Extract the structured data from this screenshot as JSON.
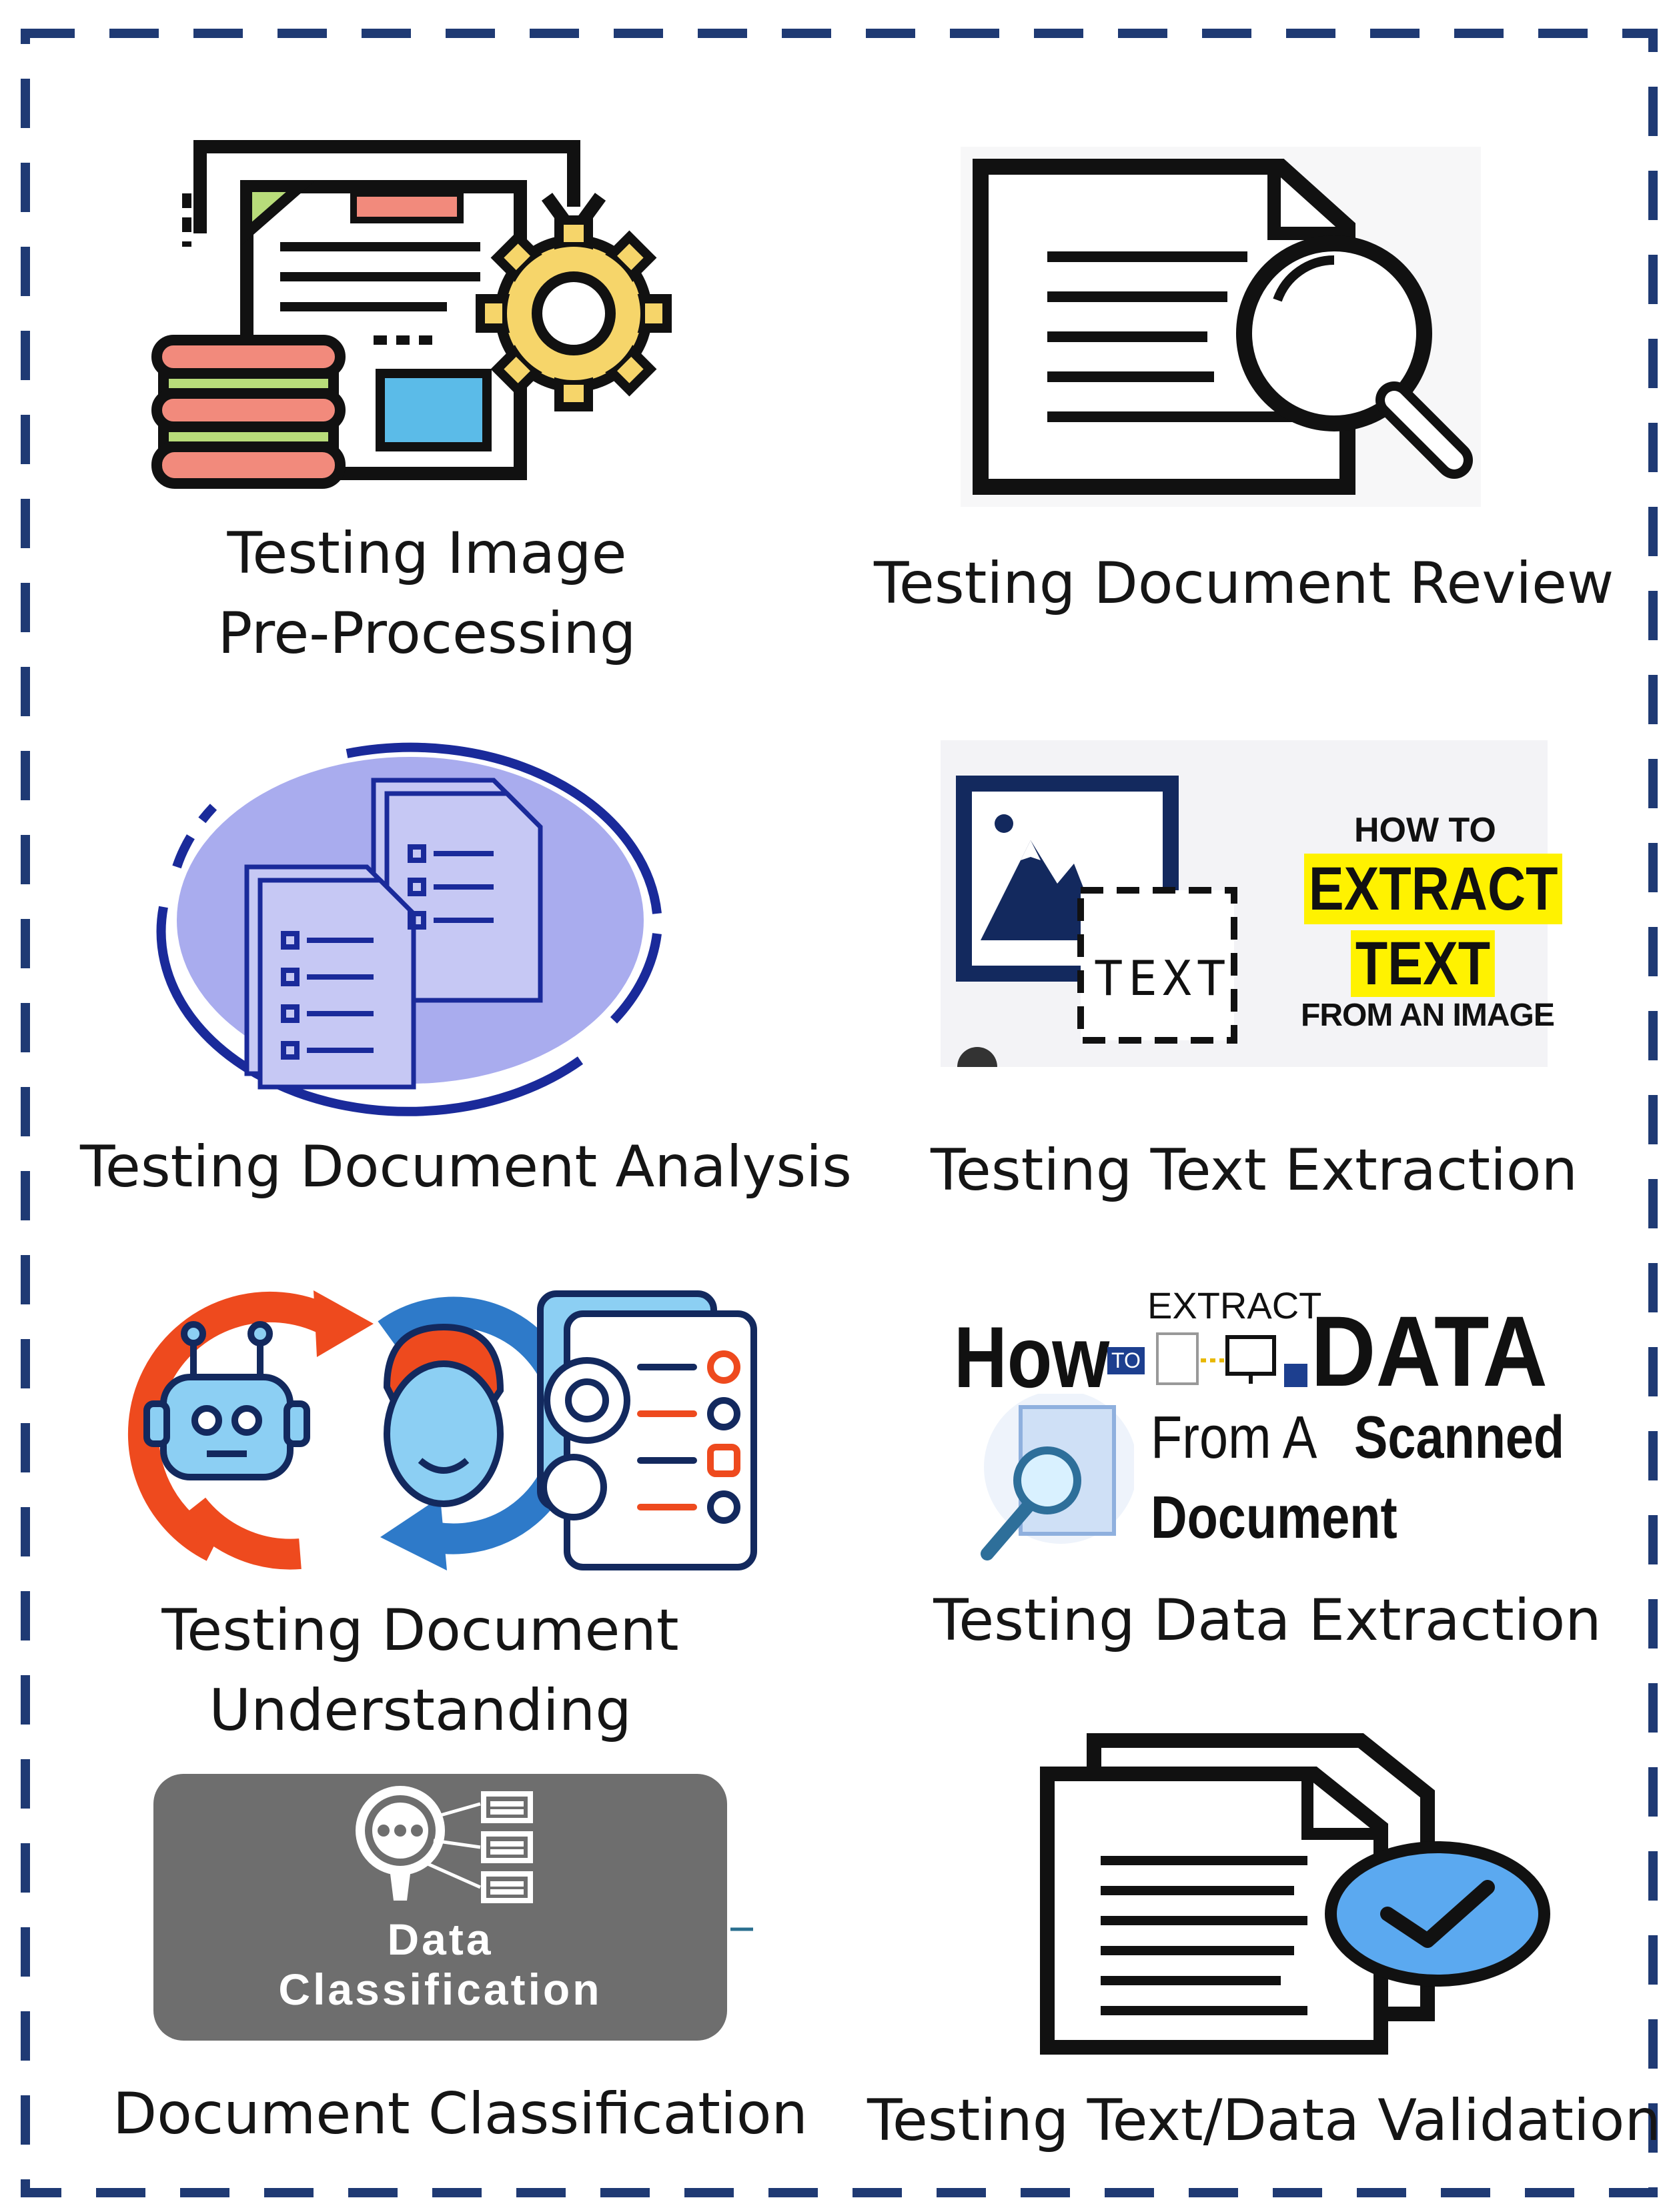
{
  "colors": {
    "border": "#1f3a74",
    "ink": "#151515",
    "navy": "#0e2a5c",
    "lavender": "#a9acee",
    "orange": "#ee4a1e",
    "blue": "#2e7ac9",
    "skyblue": "#8ccff3",
    "salmon": "#f28a7c",
    "green": "#b8dc7a",
    "yellow": "#f6d56a",
    "highlight": "#fff200",
    "gray_panel": "#6e6e6e"
  },
  "items": [
    {
      "caption_lines": [
        "Testing Image",
        "Pre-Processing"
      ],
      "icon": "document-gear-database-icon"
    },
    {
      "caption_lines": [
        "Testing Document Review"
      ],
      "icon": "document-magnifier-icon"
    },
    {
      "caption_lines": [
        "Testing Document Analysis"
      ],
      "icon": "stacked-documents-circle-icon"
    },
    {
      "caption_lines": [
        "Testing Text Extraction"
      ],
      "icon": "image-to-text-icon"
    },
    {
      "caption_lines": [
        "Testing Document",
        "Understanding"
      ],
      "icon": "robot-human-cycle-icon"
    },
    {
      "caption_lines": [
        "Testing Data Extraction"
      ],
      "icon": "scanned-document-data-icon"
    },
    {
      "caption_lines": [
        "Document Classification"
      ],
      "icon": "data-classification-icon"
    },
    {
      "caption_lines": [
        "Testing Text/Data Validation"
      ],
      "icon": "document-checkmark-icon"
    }
  ],
  "thumbnails": {
    "text_extraction": {
      "how_to": "HOW TO",
      "extract": "EXTRACT",
      "text": "TEXT",
      "from_image": "FROM AN IMAGE",
      "box_text": "TEXT"
    },
    "data_extraction": {
      "how": "How",
      "to": "TO",
      "extract": "EXTRACT",
      "data": "DATA",
      "from_a": "From A",
      "scanned": "Scanned",
      "document": "Document"
    },
    "classification": {
      "line1": "Data",
      "line2": "Classification"
    }
  }
}
